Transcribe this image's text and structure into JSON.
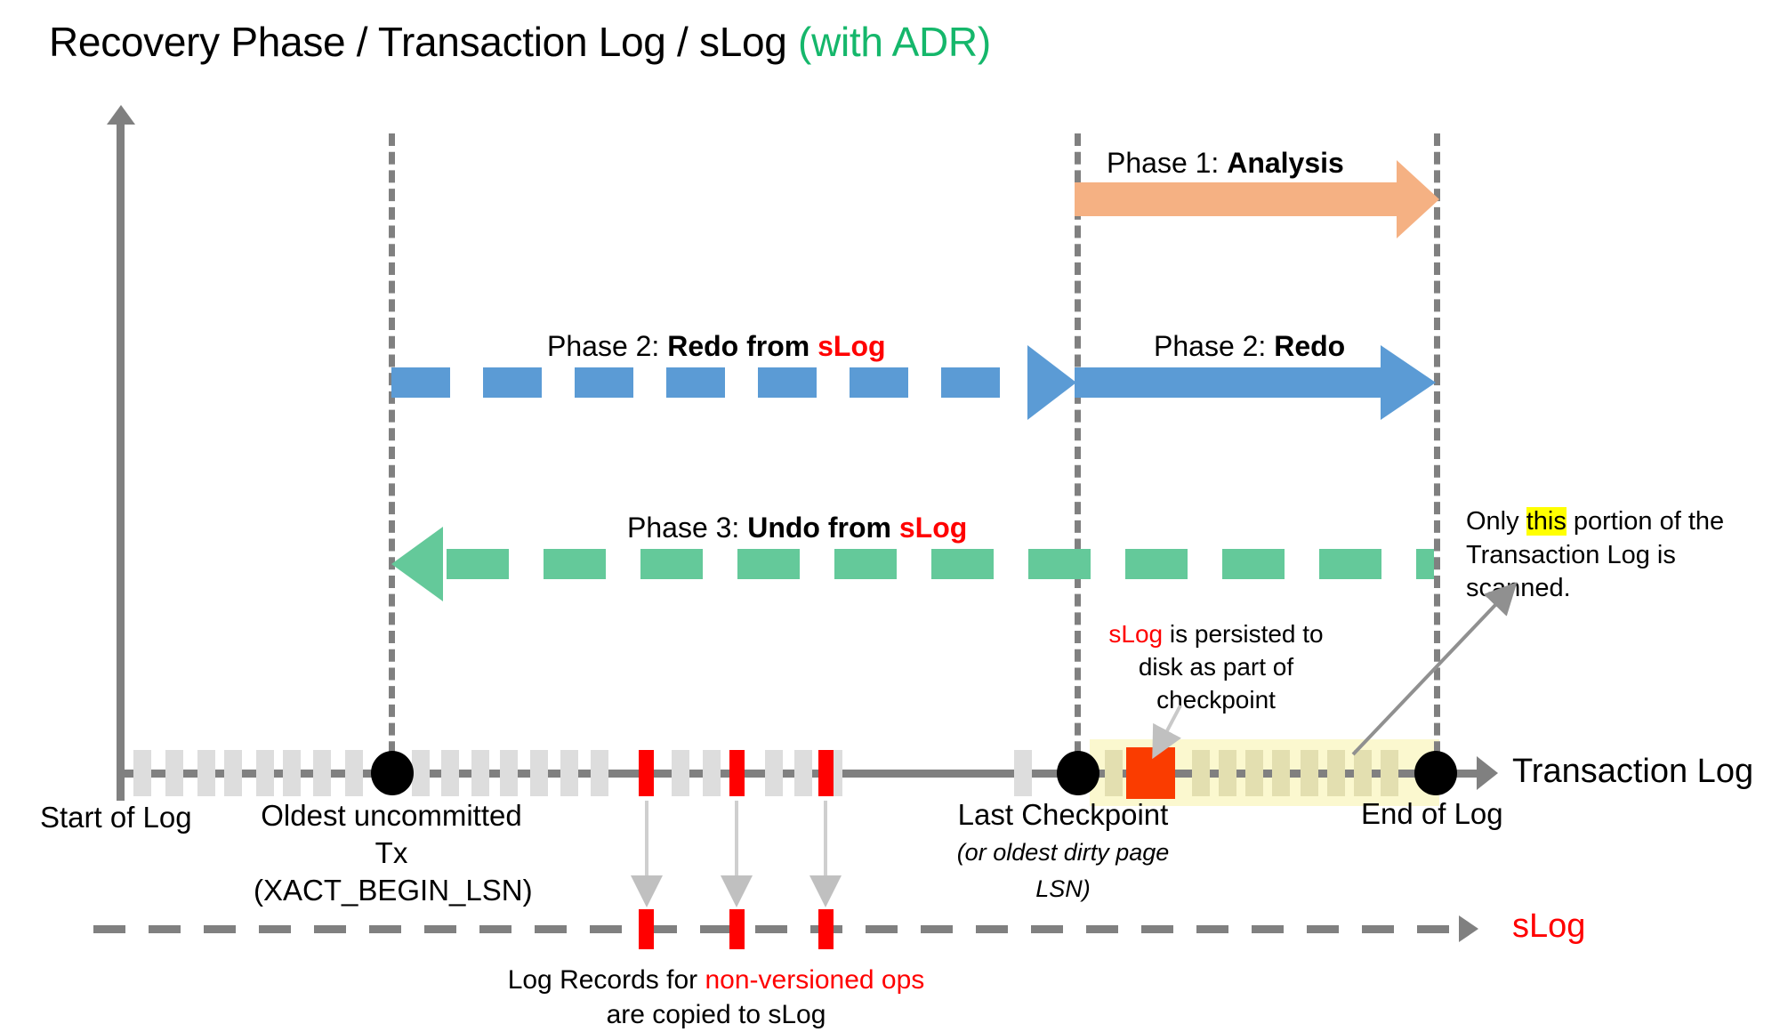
{
  "title": {
    "main": "Recovery Phase / Transaction Log / sLog ",
    "suffix": "(with ADR)"
  },
  "phases": [
    {
      "id": "analysis",
      "prefix": "Phase 1: ",
      "name": "Analysis",
      "color": "#F5B183",
      "style": "solid",
      "direction": "right",
      "from": "Last Checkpoint",
      "to": "End of Log"
    },
    {
      "id": "redo-from-slog",
      "prefix": "Phase 2: ",
      "name": "Redo from ",
      "name_accent": "sLog",
      "color": "#5B9BD5",
      "style": "dashed",
      "direction": "right",
      "from": "Oldest uncommitted Tx",
      "to": "Last Checkpoint"
    },
    {
      "id": "redo",
      "prefix": "Phase 2: ",
      "name": "Redo",
      "color": "#5B9BD5",
      "style": "solid",
      "direction": "right",
      "from": "Last Checkpoint",
      "to": "End of Log"
    },
    {
      "id": "undo-from-slog",
      "prefix": "Phase 3: ",
      "name": "Undo from ",
      "name_accent": "sLog",
      "color": "#64C99A",
      "style": "dashed",
      "direction": "left",
      "from": "End of Log",
      "to": "Oldest uncommitted Tx"
    }
  ],
  "axis": {
    "transaction_log_label": "Transaction Log",
    "slog_label": "sLog",
    "markers": [
      {
        "id": "start-of-log",
        "label": "Start of Log",
        "sublabel": ""
      },
      {
        "id": "oldest-tx",
        "label": "Oldest uncommitted Tx",
        "sublabel": "(XACT_BEGIN_LSN)"
      },
      {
        "id": "last-checkpoint",
        "label": "Last Checkpoint",
        "sublabel": "(or oldest dirty page LSN)"
      },
      {
        "id": "end-of-log",
        "label": "End of Log",
        "sublabel": ""
      }
    ]
  },
  "annotations": {
    "checkpoint": {
      "accent": "sLog",
      "rest": " is persisted to disk as part of checkpoint"
    },
    "scanned": {
      "pre": "Only ",
      "highlight": "this",
      "post": " portion of the Transaction Log is scanned."
    },
    "slog_records": {
      "pre": "Log Records for ",
      "accent": "non-versioned ops",
      "post": " are copied to sLog"
    }
  },
  "colors": {
    "analysis": "#F5B183",
    "redo": "#5B9BD5",
    "undo": "#64C99A",
    "accent_red": "#FF0000",
    "adr_green": "#15B76B",
    "highlight_yellow": "#FFFF00",
    "scan_band": "#FBF8CF",
    "axis_gray": "#808080",
    "log_block": "#DDDDDD",
    "checkpoint_square": "#FA3C00"
  },
  "log_blocks": {
    "gray_x": [
      150,
      186,
      222,
      252,
      288,
      318,
      352,
      388,
      463,
      496,
      530,
      562,
      596,
      630,
      664,
      755,
      790,
      860,
      893,
      927,
      1140,
      1242,
      1340,
      1370,
      1400,
      1430,
      1462,
      1492,
      1522,
      1552
    ],
    "red_x": [
      718,
      820,
      920
    ],
    "dim_from": 1242
  },
  "slog_blocks": {
    "red_x": [
      718,
      820,
      920
    ]
  }
}
